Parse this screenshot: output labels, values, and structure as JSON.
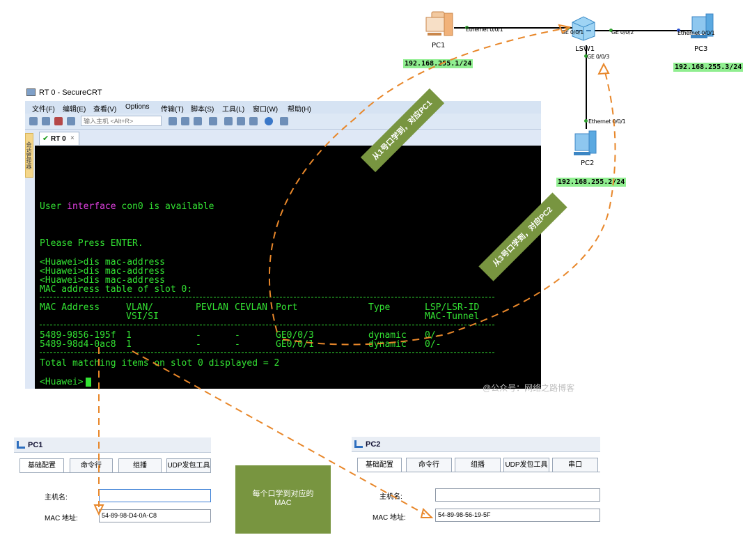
{
  "topology": {
    "pc1": {
      "name": "PC1",
      "ip": "192.168.255.1/24",
      "port": "Ethernet 0/0/1"
    },
    "pc2": {
      "name": "PC2",
      "ip": "192.168.255.2/24",
      "port": "Ethernet 0/0/1"
    },
    "pc3": {
      "name": "PC3",
      "ip": "192.168.255.3/24",
      "port": "Ethernet 0/0/1"
    },
    "switch": {
      "name": "LSW1",
      "ports": {
        "ge1": "GE 0/0/1",
        "ge2": "GE 0/0/2",
        "ge3": "GE 0/0/3"
      }
    }
  },
  "annotations": {
    "learned_pc1": "从1号口学到，对应PC1",
    "learned_pc2": "从3号口学到，对应PC2",
    "summary_line1": "每个口学到对应的",
    "summary_line2": "MAC"
  },
  "securecrt": {
    "title": "RT 0 - SecureCRT",
    "menu": [
      "文件(F)",
      "编辑(E)",
      "查看(V)",
      "Options",
      "传输(T)",
      "脚本(S)",
      "工具(L)",
      "窗口(W)",
      "帮助(H)"
    ],
    "host_placeholder": "输入主机 <Alt+R>",
    "tab_label": "RT 0",
    "side_tab": "会话管理器",
    "terminal": {
      "user_pre": "User ",
      "user_kw": "interface",
      "user_post": " con0 is available",
      "press_enter": "Please Press ENTER.",
      "cmd1": "<Huawei>dis mac-address",
      "cmd2": "<Huawei>dis mac-address",
      "cmd3": "<Huawei>dis mac-address",
      "table_title": "MAC address table of slot 0:",
      "headers": {
        "mac": "MAC Address",
        "vlan": "VLAN/",
        "vsi": "VSI/SI",
        "pevlan": "PEVLAN",
        "cevlan": "CEVLAN",
        "port": "Port",
        "type": "Type",
        "lsp": "LSP/LSR-ID",
        "tunnel": "MAC-Tunnel"
      },
      "rows": [
        {
          "mac": "5489-9856-195f",
          "vlan": "1",
          "pevlan": "-",
          "cevlan": "-",
          "port": "GE0/0/3",
          "type": "dynamic",
          "lsp": "0/-"
        },
        {
          "mac": "5489-98d4-0ac8",
          "vlan": "1",
          "pevlan": "-",
          "cevlan": "-",
          "port": "GE0/0/1",
          "type": "dynamic",
          "lsp": "0/-"
        }
      ],
      "total": "Total matching items on slot 0 displayed = 2",
      "prompt": "<Huawei>"
    }
  },
  "pc1_panel": {
    "title": "PC1",
    "tabs": [
      "基础配置",
      "命令行",
      "组播",
      "UDP发包工具"
    ],
    "hostname_label": "主机名:",
    "hostname_value": "",
    "mac_label": "MAC 地址:",
    "mac_value": "54-89-98-D4-0A-C8"
  },
  "pc2_panel": {
    "title": "PC2",
    "tabs": [
      "基础配置",
      "命令行",
      "组播",
      "UDP发包工具",
      "串口"
    ],
    "hostname_label": "主机名:",
    "hostname_value": "",
    "mac_label": "MAC 地址:",
    "mac_value": "54-89-98-56-19-5F"
  },
  "watermark": "@公众号：网络之路博客",
  "colors": {
    "terminal_green": "#33e233",
    "accent_orange": "#e8872a",
    "olive": "#789540",
    "ip_green": "#90ee90"
  }
}
